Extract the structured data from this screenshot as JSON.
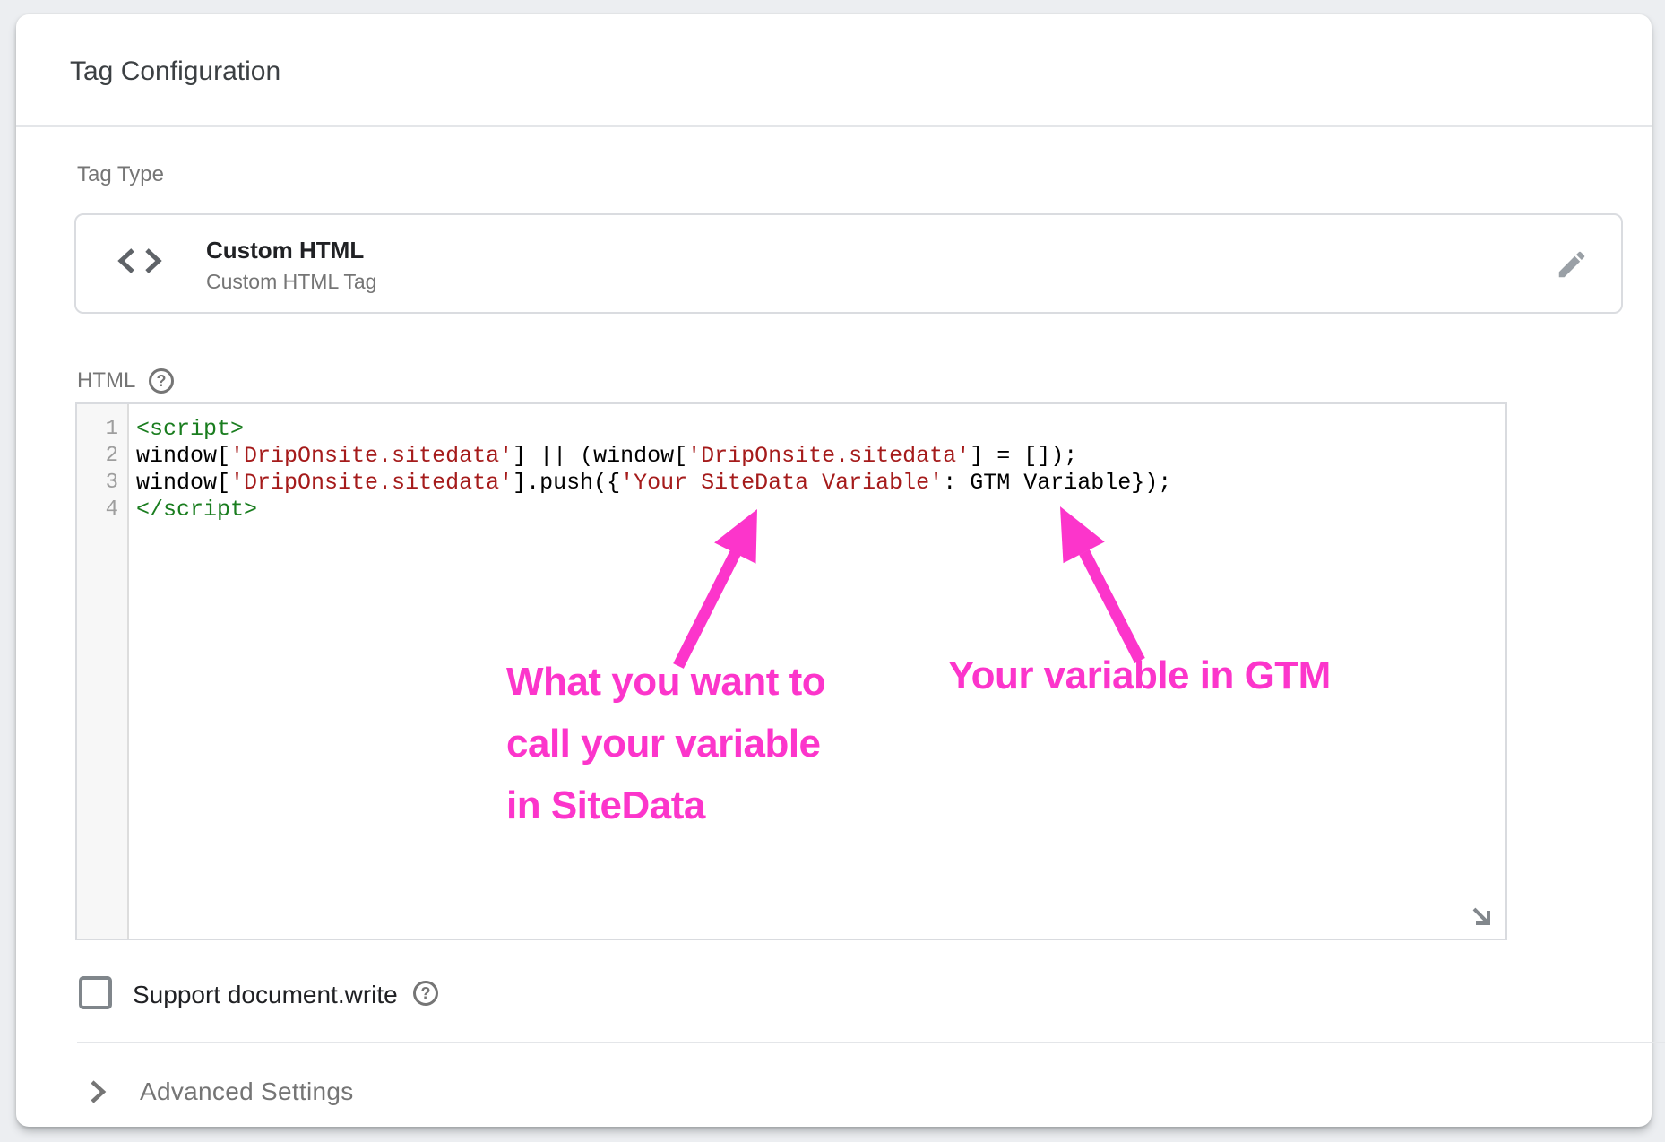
{
  "panel": {
    "title": "Tag Configuration"
  },
  "tag_type": {
    "label": "Tag Type",
    "name": "Custom HTML",
    "description": "Custom HTML Tag",
    "code_icon": "code-brackets",
    "edit_icon": "pencil"
  },
  "html_editor": {
    "label": "HTML",
    "help_icon": "?",
    "resize_icon": "arrow-down-right",
    "colors": {
      "tag": "#1a7d1f",
      "string": "#a51b1b",
      "plain": "#000000",
      "line_number": "#9e9e9e"
    },
    "lines": [
      {
        "num": "1",
        "segments": [
          {
            "text": "<script>",
            "color": "tag"
          }
        ]
      },
      {
        "num": "2",
        "segments": [
          {
            "text": "window[",
            "color": "plain"
          },
          {
            "text": "'DripOnsite.sitedata'",
            "color": "string"
          },
          {
            "text": "] || (window[",
            "color": "plain"
          },
          {
            "text": "'DripOnsite.sitedata'",
            "color": "string"
          },
          {
            "text": "] = []);",
            "color": "plain"
          }
        ]
      },
      {
        "num": "3",
        "segments": [
          {
            "text": "window[",
            "color": "plain"
          },
          {
            "text": "'DripOnsite.sitedata'",
            "color": "string"
          },
          {
            "text": "].push({",
            "color": "plain"
          },
          {
            "text": "'Your SiteData Variable'",
            "color": "string"
          },
          {
            "text": ": GTM Variable});",
            "color": "plain"
          }
        ]
      },
      {
        "num": "4",
        "segments": [
          {
            "text": "</script>",
            "color": "tag"
          }
        ]
      }
    ]
  },
  "options": {
    "checkbox_label": "Support document.write",
    "checked": false,
    "help_icon": "?"
  },
  "advanced": {
    "label": "Advanced Settings",
    "chevron_icon": "chevron-right"
  },
  "annotations": {
    "color": "#fc35cb",
    "left": {
      "lines": [
        "What you want to",
        "call your variable",
        "in SiteData"
      ]
    },
    "right": {
      "text": "Your variable in GTM"
    }
  }
}
